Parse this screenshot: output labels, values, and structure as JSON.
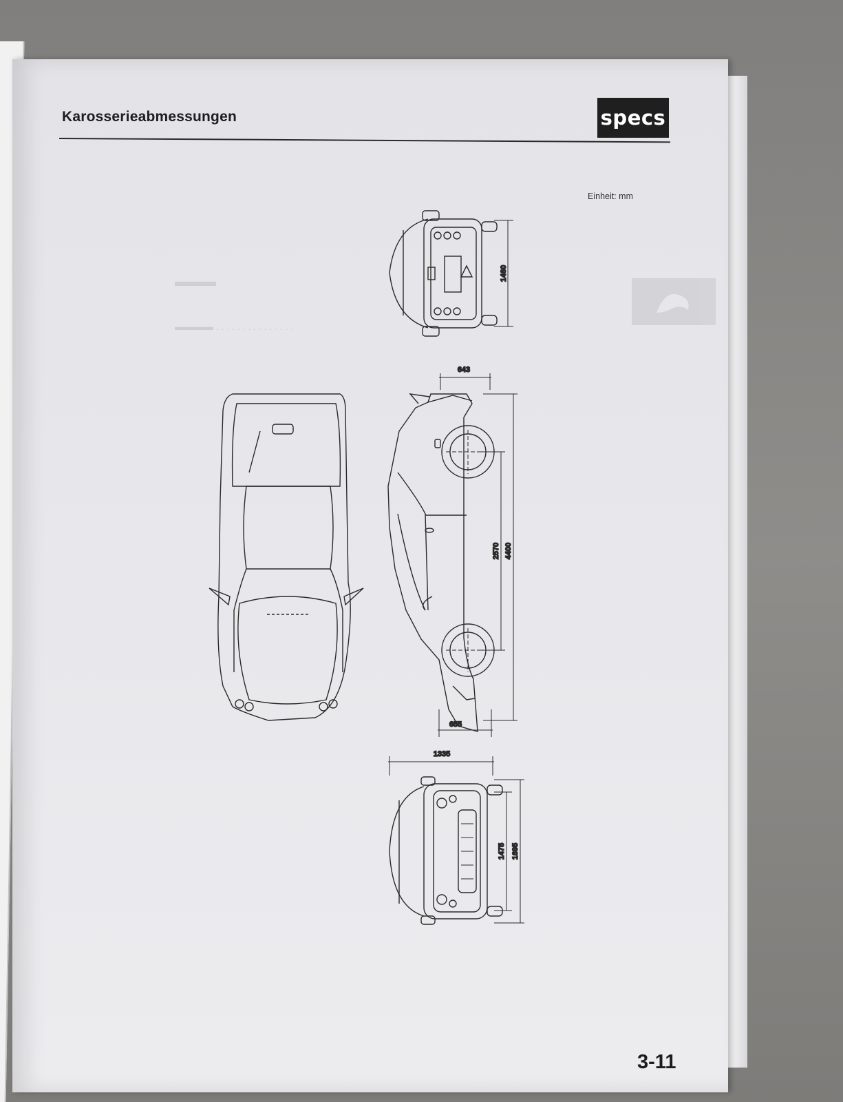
{
  "document": {
    "title": "Karosserieabmessungen",
    "badge": "specs",
    "unit_label": "Einheit: mm",
    "page_number": "3-11"
  },
  "dimensions": {
    "height": "1460",
    "front_overhang": "643",
    "wheelbase": "2570",
    "overall_length": "4400",
    "rear_overhang": "655",
    "overall_width": "1335",
    "front_track": "1475",
    "overall_height_width": "1695"
  }
}
